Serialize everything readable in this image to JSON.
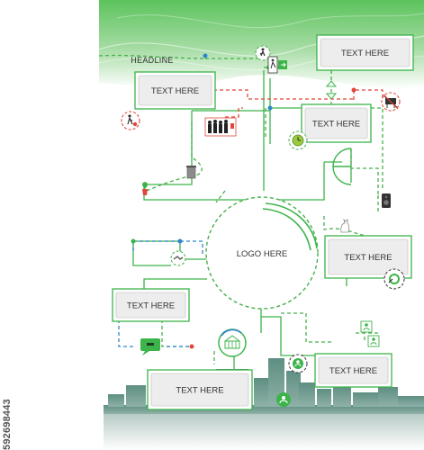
{
  "headline": "HEADLINE",
  "logo_text": "LOGO HERE",
  "text_boxes": [
    {
      "id": "box-top-right",
      "label": "TEXT HERE"
    },
    {
      "id": "box-upper-left",
      "label": "TEXT HERE"
    },
    {
      "id": "box-mid-right",
      "label": "TEXT HERE"
    },
    {
      "id": "box-right",
      "label": "TEXT HERE"
    },
    {
      "id": "box-left",
      "label": "TEXT HERE"
    },
    {
      "id": "box-lower-right",
      "label": "TEXT HERE"
    },
    {
      "id": "box-bottom",
      "label": "TEXT HERE"
    }
  ],
  "stock_id": "592698443",
  "colors": {
    "accent": "#3cb44a",
    "dashed_green": "#48b04c",
    "dashed_red": "#e0483a",
    "dashed_blue": "#2f86c8",
    "box_fill": "#ededed",
    "city": "#5e8e82",
    "banner": "#5cc35c"
  },
  "icons": [
    "walking-person-icon",
    "exit-sign-icon",
    "up-down-arrows-icon",
    "barbecue-icon",
    "crowd-icon",
    "clock-icon",
    "trash-can-icon",
    "plant-pot-icon",
    "speaker-icon",
    "cat-icon",
    "handshake-icon",
    "gear-icon",
    "chat-bubble-icon",
    "city-emblem-icon",
    "person-icon",
    "group-people-icon"
  ]
}
